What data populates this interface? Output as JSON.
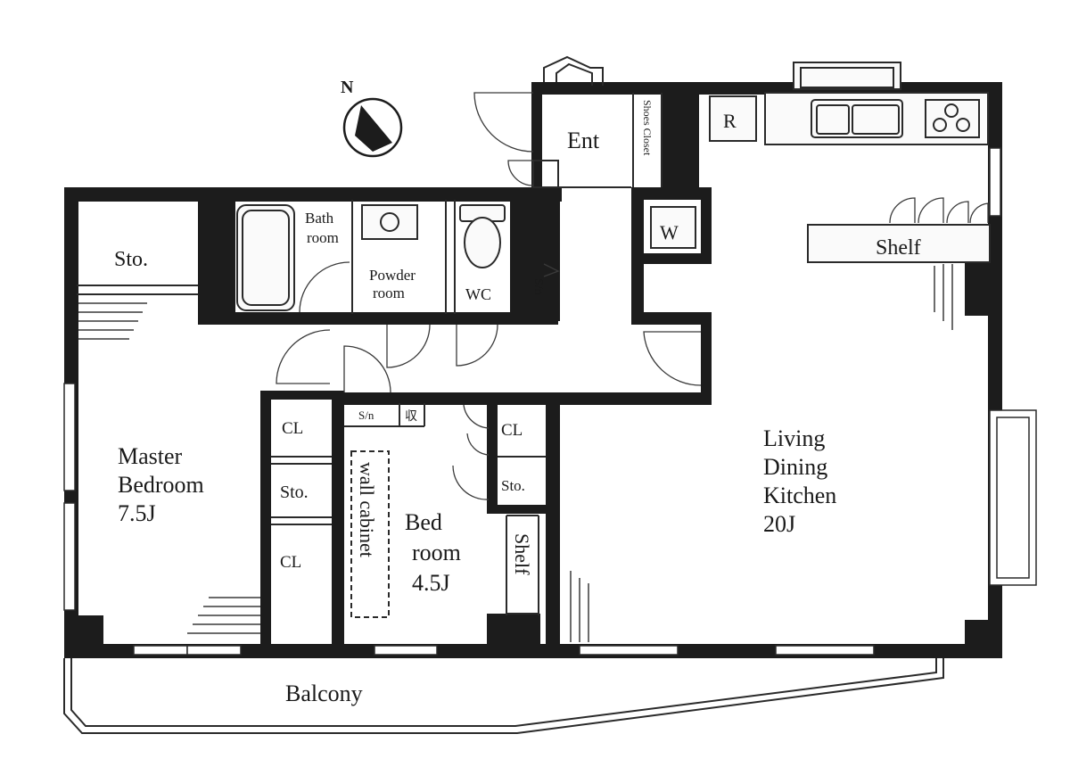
{
  "compass": {
    "north_label": "N"
  },
  "rooms": {
    "entrance": "Ent",
    "shoes_closet": "Shoes Closet",
    "refrigerator": "R",
    "washer": "W",
    "shelf_kitchen": "Shelf",
    "bathroom_1": "Bath",
    "bathroom_2": "room",
    "powder_1": "Powder",
    "powder_2": "room",
    "wc": "WC",
    "storage_hall": "S/n",
    "storage_master": "Sto.",
    "master_bedroom_1": "Master",
    "master_bedroom_2": "Bedroom",
    "master_bedroom_3": "7.5J",
    "closet_1": "CL",
    "storage_mid": "Sto.",
    "closet_2": "CL",
    "wall_cabinet": "wall cabinet",
    "small_storage": "S/n",
    "small_box": "収",
    "closet_3": "CL",
    "storage_bed": "Sto.",
    "bedroom_1": "Bed",
    "bedroom_2": "room",
    "bedroom_3": "4.5J",
    "shelf_bed": "Shelf",
    "ldk_1": "Living",
    "ldk_2": "Dining",
    "ldk_3": "Kitchen",
    "ldk_4": "20J",
    "balcony": "Balcony"
  }
}
